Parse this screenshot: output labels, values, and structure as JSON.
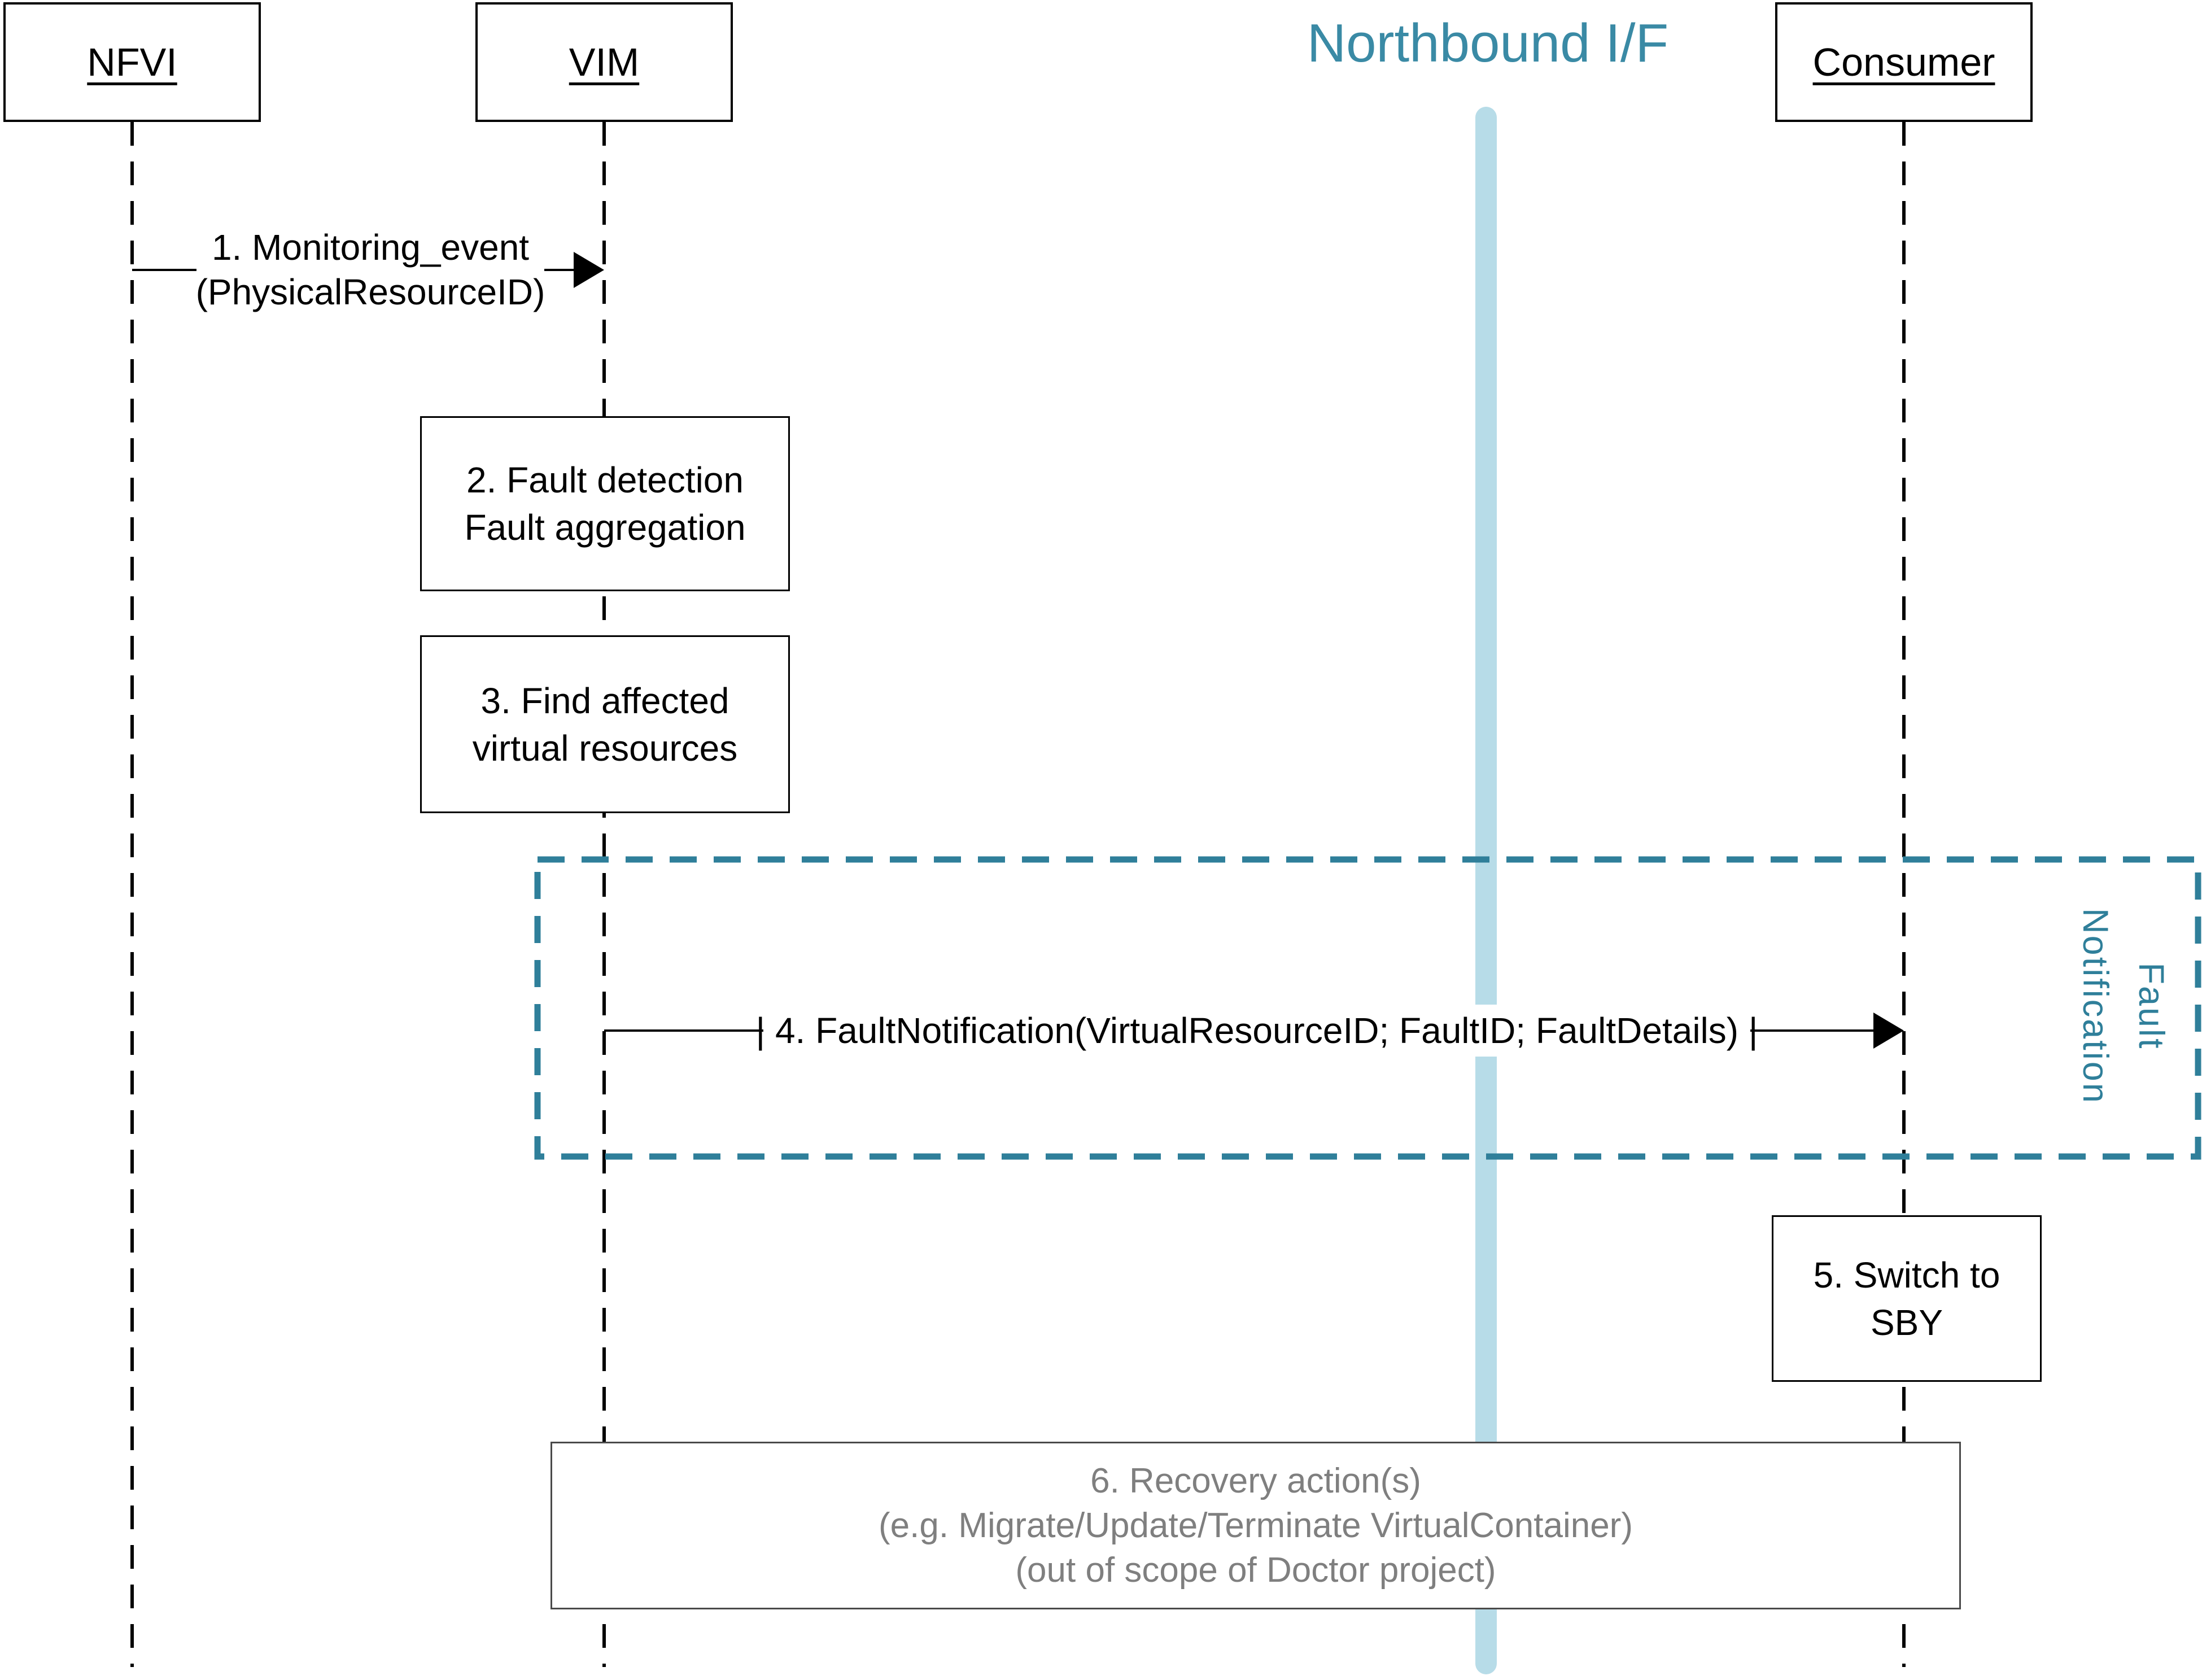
{
  "diagram": {
    "type": "sequence-diagram",
    "title": "Northbound I/F",
    "actors": [
      {
        "label": "NFVI"
      },
      {
        "label": "VIM"
      },
      {
        "label": "Consumer"
      }
    ],
    "messages": [
      {
        "from": "NFVI",
        "to": "VIM",
        "line1": "1. Monitoring_event",
        "line2": "(PhysicalResourceID)"
      },
      {
        "from": "VIM",
        "to": "Consumer",
        "label": "| 4. FaultNotification(VirtualResourceID; FaultID; FaultDetails) |"
      }
    ],
    "activities": [
      {
        "actor": "VIM",
        "line1": "2. Fault detection",
        "line2": "Fault aggregation"
      },
      {
        "actor": "VIM",
        "line1": "3. Find affected",
        "line2": "virtual resources"
      },
      {
        "actor": "Consumer",
        "line1": "5. Switch to",
        "line2": "SBY"
      },
      {
        "actor": "shared",
        "line1": "6. Recovery action(s)",
        "line2": "(e.g. Migrate/Update/Terminate VirtualContainer)",
        "line3": "(out of scope of Doctor project)"
      }
    ],
    "group_label": {
      "line1": "Fault",
      "line2": "Notification"
    },
    "colors": {
      "teal": "#2F7F9A",
      "title_teal": "#3A8AA5",
      "light_blue": "#B7DCE8",
      "gray_text": "#7F7F7F",
      "line_black": "#000000"
    }
  }
}
